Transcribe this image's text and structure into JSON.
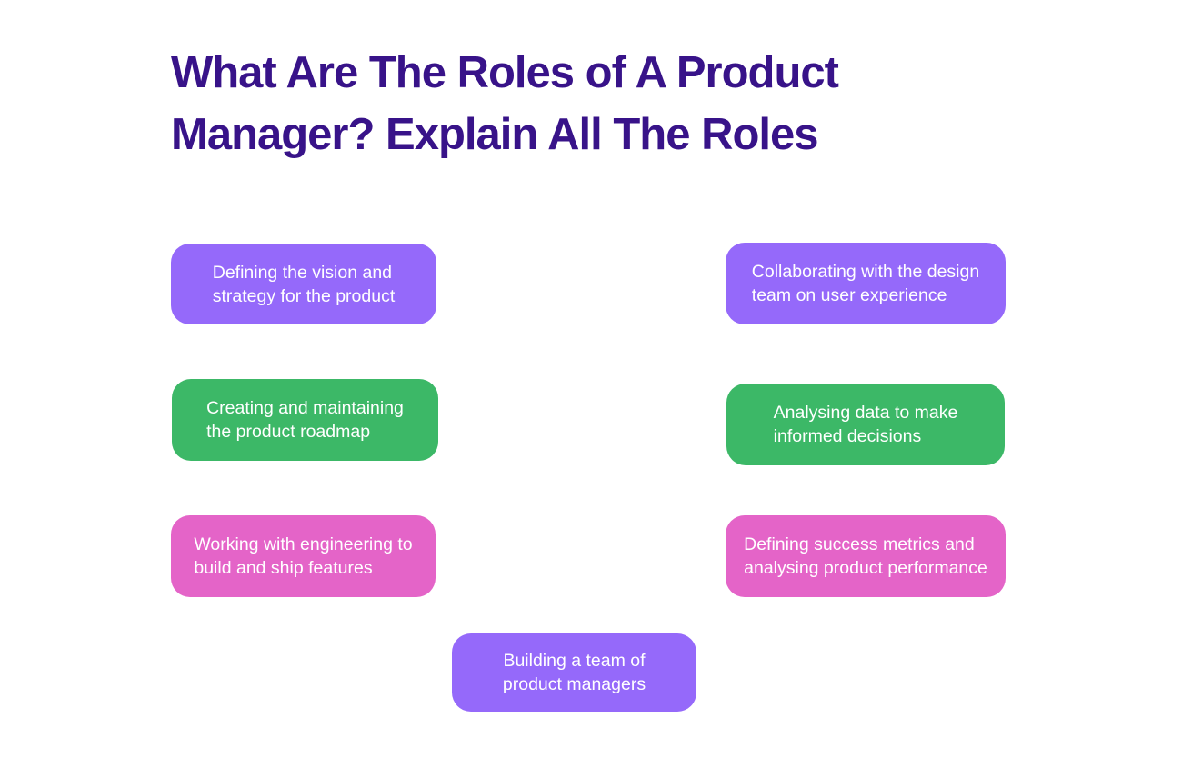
{
  "page": {
    "background": "#FFFFFF"
  },
  "title": {
    "line1": "What Are The Roles of A Product",
    "line2": "Manager? Explain All The Roles",
    "color": "#381389"
  },
  "colors": {
    "purple": "#9569FA",
    "green": "#3CB867",
    "pink": "#E464C8",
    "pill_text": "#FFFFFF"
  },
  "pills": [
    {
      "name": "vision-strategy",
      "text": "Defining the vision and\nstrategy for the product",
      "color": "purple",
      "align": "left"
    },
    {
      "name": "design-collaboration",
      "text": "Collaborating with the design\nteam on user experience",
      "color": "purple",
      "align": "left"
    },
    {
      "name": "product-roadmap",
      "text": "Creating and maintaining\nthe product roadmap",
      "color": "green",
      "align": "left"
    },
    {
      "name": "data-analysis",
      "text": "Analysing data to make\ninformed decisions",
      "color": "green",
      "align": "left"
    },
    {
      "name": "engineering-collaboration",
      "text": "Working with engineering to\nbuild and ship features",
      "color": "pink",
      "align": "left"
    },
    {
      "name": "success-metrics",
      "text": "Defining success metrics and\nanalysing product performance",
      "color": "pink",
      "align": "left"
    },
    {
      "name": "team-building",
      "text": "Building a team of\nproduct managers",
      "color": "purple",
      "align": "center"
    }
  ]
}
